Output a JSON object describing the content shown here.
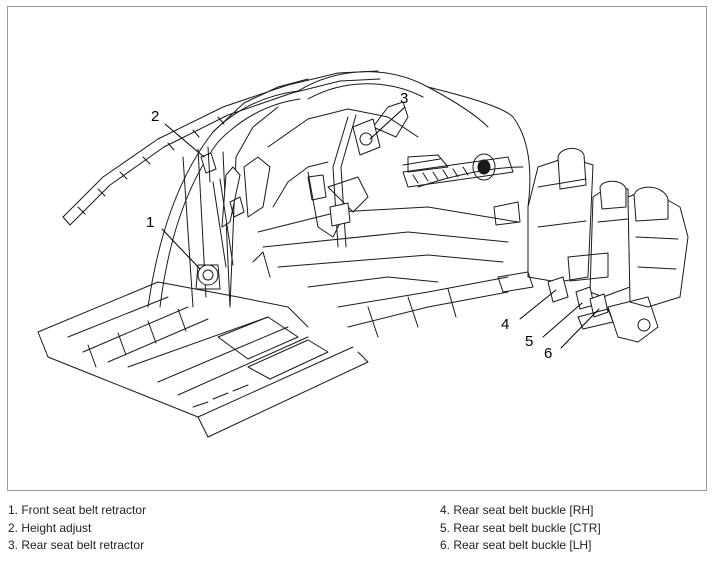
{
  "callouts": {
    "c1": "1",
    "c2": "2",
    "c3": "3",
    "c4": "4",
    "c5": "5",
    "c6": "6"
  },
  "legend": {
    "items": [
      "1. Front seat belt retractor",
      "2. Height adjust",
      "3. Rear seat belt retractor",
      "4. Rear seat belt buckle [RH]",
      "5. Rear seat belt buckle [CTR]",
      "6. Rear seat belt buckle [LH]"
    ]
  },
  "colors": {
    "line": "#1a1a1a",
    "detail": "#8a8a8a",
    "frame": "#9a9a9a"
  }
}
